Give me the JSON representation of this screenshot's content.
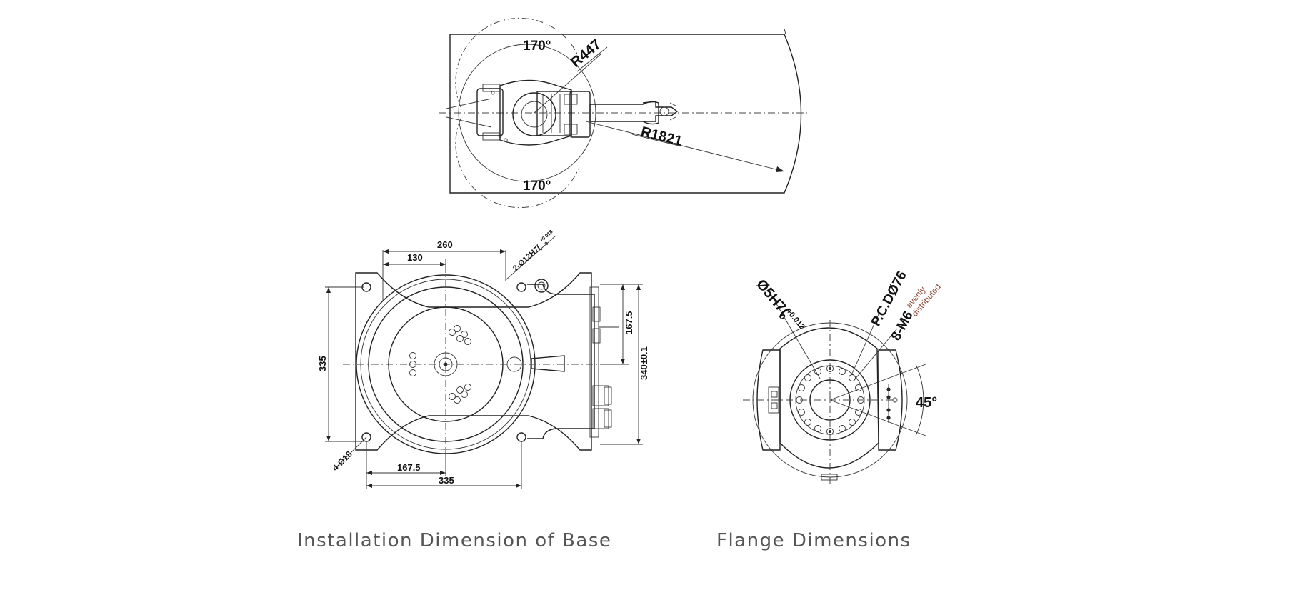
{
  "top_view": {
    "angle_top": "170°",
    "angle_bottom": "170°",
    "radius_inner": "R447",
    "radius_outer": "R1821"
  },
  "base_view": {
    "dim_260": "260",
    "dim_130": "130",
    "dim_hole_pin": "2-Ø12H7(",
    "dim_hole_pin_tol": "+0.018",
    "dim_hole_pin_tol_zero": "0",
    "dim_335_left": "335",
    "dim_1675_right": "167.5",
    "dim_340": "340±0.1",
    "dim_holes": "4-Ø18",
    "dim_1675_bottom": "167.5",
    "dim_335_bottom": "335"
  },
  "flange_view": {
    "bore": "Ø5H7(",
    "bore_tol_top": "+0.012",
    "bore_tol_bottom": "0",
    "pcd": "P.C.DØ76",
    "thread": "8-M6",
    "evenly": "evenly",
    "distributed": "distributed",
    "angle": "45°"
  },
  "captions": {
    "base": "Installation Dimension of Base",
    "flange": "Flange Dimensions"
  },
  "colors": {
    "line": "#222222",
    "caption": "#555555",
    "note": "#8a4a3a"
  }
}
